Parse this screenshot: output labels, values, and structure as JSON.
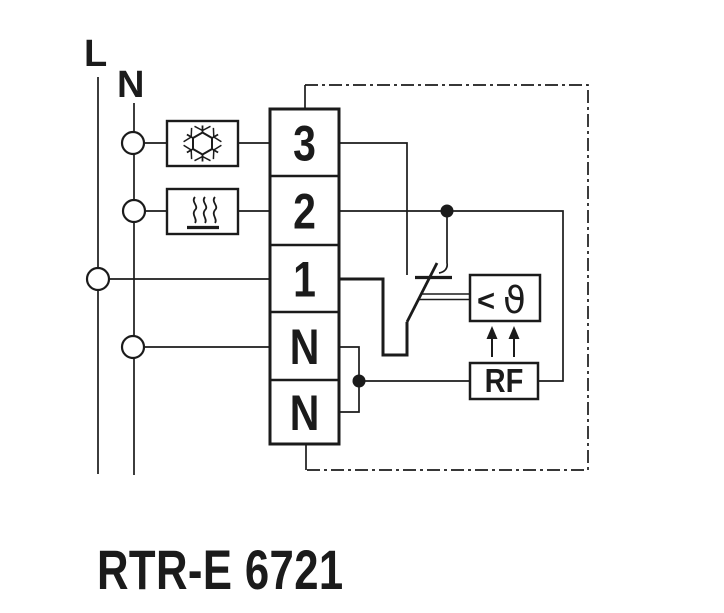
{
  "labels": {
    "line": "L",
    "neutral": "N"
  },
  "terminal_block": {
    "terminals": [
      "3",
      "2",
      "1",
      "N",
      "N"
    ]
  },
  "modules": {
    "cooling_icon": "snowflake-icon",
    "heating_icon": "heat-waves-icon"
  },
  "sensor_box": {
    "comparator": "<",
    "temperature_symbol": "ϑ"
  },
  "rf_box": {
    "label": "RF"
  },
  "title": {
    "model": "RTR-E 6721"
  },
  "colors": {
    "ink": "#1b1b1b",
    "background": "#ffffff"
  }
}
